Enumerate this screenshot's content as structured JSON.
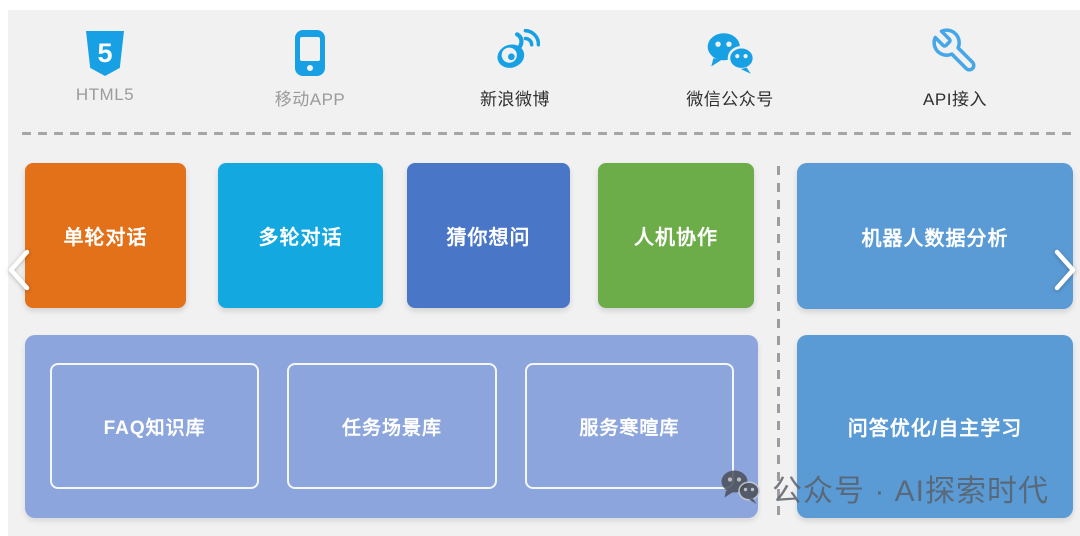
{
  "page": {
    "background": "#f1f1f2"
  },
  "channels": {
    "icon_color": "#17a1e4",
    "items": [
      {
        "id": "html5",
        "icon": "html5-icon",
        "label": "HTML5"
      },
      {
        "id": "mobile-app",
        "icon": "mobile-app-icon",
        "label": "移动APP"
      },
      {
        "id": "weibo",
        "icon": "weibo-icon",
        "label": "新浪微博"
      },
      {
        "id": "wechat",
        "icon": "wechat-icon",
        "label": "微信公众号"
      },
      {
        "id": "api",
        "icon": "wrench-icon",
        "label": "API接入"
      }
    ]
  },
  "carousel": {
    "prev_icon": "chevron-left-icon",
    "next_icon": "chevron-right-icon",
    "features": [
      {
        "label": "单轮对话",
        "color": "#e2711a"
      },
      {
        "label": "多轮对话",
        "color": "#14a8e1"
      },
      {
        "label": "猜你想问",
        "color": "#4a76c7"
      },
      {
        "label": "人机协作",
        "color": "#6dad49"
      }
    ]
  },
  "analysis_box": {
    "label": "机器人数据分析",
    "color": "#5b9bd5"
  },
  "knowledge_panel": {
    "color": "#8da5dd",
    "items": [
      {
        "label": "FAQ知识库"
      },
      {
        "label": "任务场景库"
      },
      {
        "label": "服务寒暄库"
      }
    ]
  },
  "optimization_box": {
    "label": "问答优化/自主学习",
    "color": "#5b9bd5"
  },
  "watermark": {
    "text": "公众号 · AI探索时代"
  }
}
